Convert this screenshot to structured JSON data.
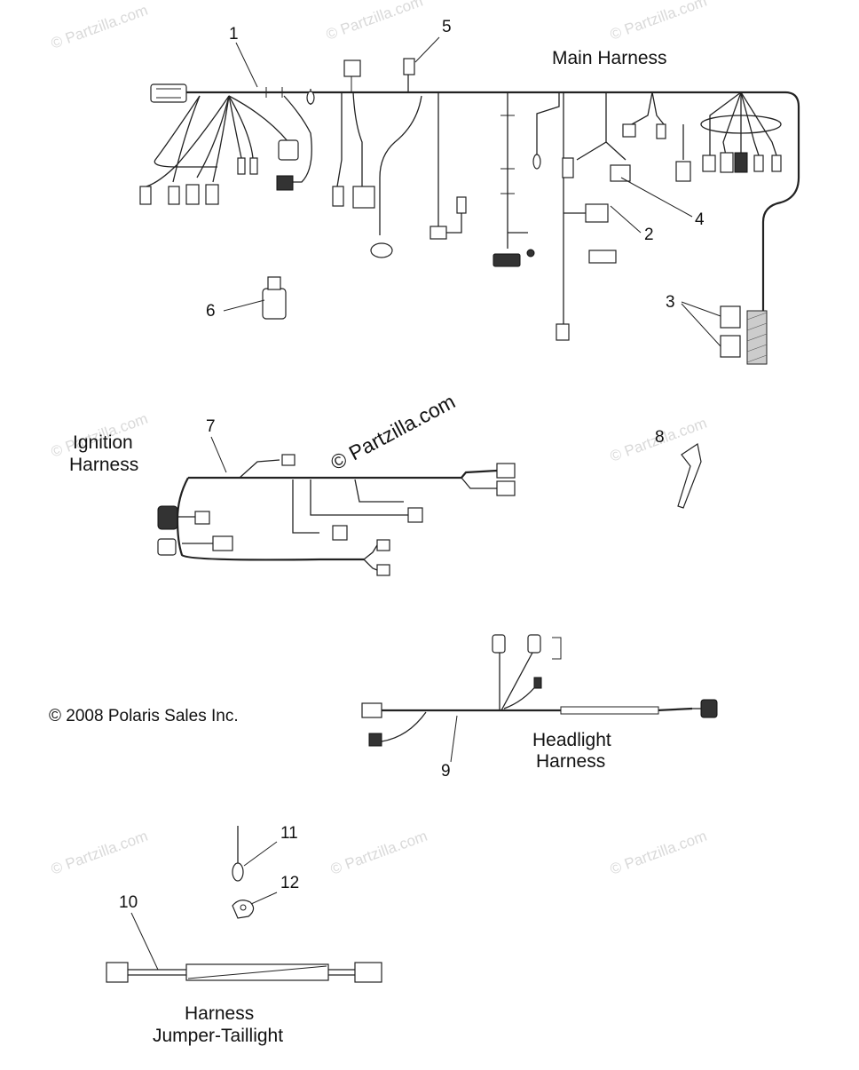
{
  "titles": {
    "main": "Main Harness",
    "ignition_line1": "Ignition",
    "ignition_line2": "Harness",
    "headlight_line1": "Headlight",
    "headlight_line2": "Harness",
    "jumper_line1": "Harness",
    "jumper_line2": "Jumper-Taillight"
  },
  "copyright": "© 2008 Polaris Sales Inc.",
  "center_watermark": "© Partzilla.com",
  "watermark_text": "© Partzilla.com",
  "callouts": {
    "c1": "1",
    "c2": "2",
    "c3": "3",
    "c4": "4",
    "c5": "5",
    "c6": "6",
    "c7": "7",
    "c8": "8",
    "c9": "9",
    "c10": "10",
    "c11": "11",
    "c12": "12"
  },
  "colors": {
    "line": "#222222",
    "watermark": "#d9d9d9",
    "background": "#ffffff"
  }
}
